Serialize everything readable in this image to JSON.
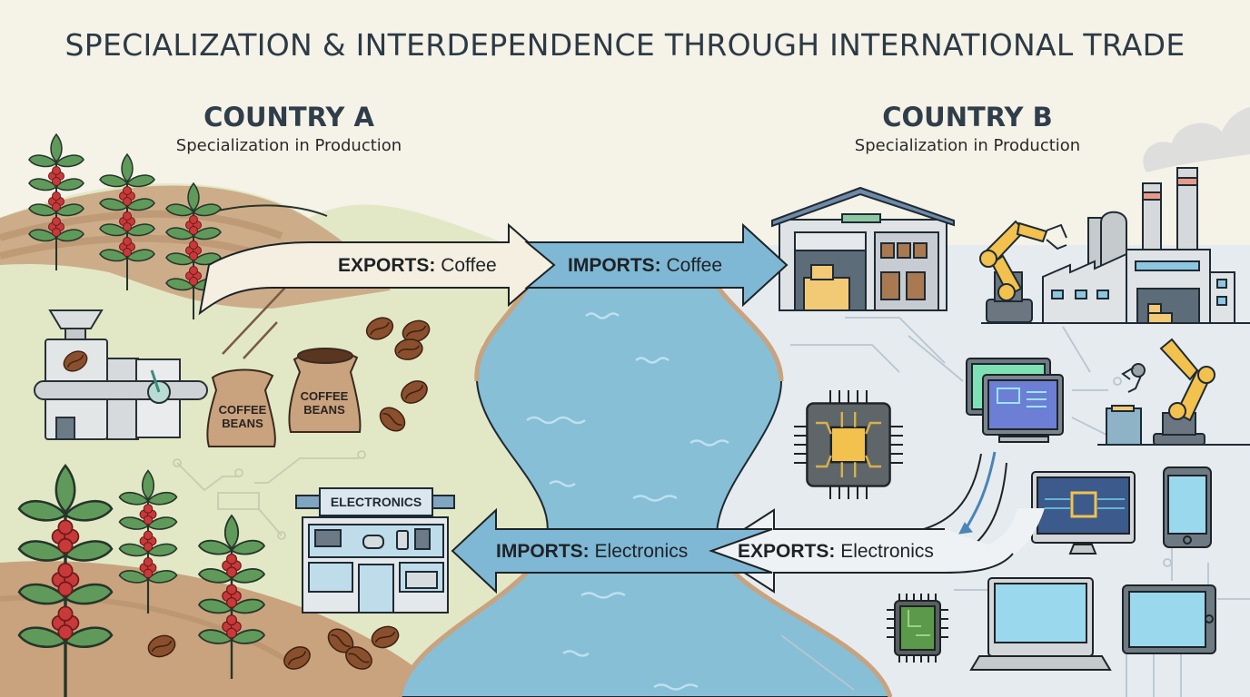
{
  "title": "SPECIALIZATION & INTERDEPENDENCE THROUGH INTERNATIONAL TRADE",
  "country_a": {
    "name": "COUNTRY A",
    "subtitle": "Specialization in Production",
    "specialty": "coffee",
    "sacks": [
      {
        "line1": "COFFEE",
        "line2": "BEANS"
      },
      {
        "line1": "COFFEE",
        "line2": "BEANS"
      }
    ],
    "store_sign": "ELECTRONICS"
  },
  "country_b": {
    "name": "COUNTRY B",
    "subtitle": "Specialization in Production",
    "specialty": "electronics"
  },
  "flows": {
    "top": {
      "export": {
        "keyword": "EXPORTS:",
        "good": "Coffee"
      },
      "import": {
        "keyword": "IMPORTS:",
        "good": "Coffee"
      }
    },
    "bottom": {
      "export": {
        "keyword": "EXPORTS:",
        "good": "Electronics"
      },
      "import": {
        "keyword": "IMPORTS:",
        "good": "Electronics"
      }
    }
  },
  "icons": [
    "coffee-plant-icon",
    "coffee-roaster-icon",
    "coffee-sack-icon",
    "coffee-bean-icon",
    "electronics-store-icon",
    "warehouse-icon",
    "robot-arm-icon",
    "factory-icon",
    "microchip-icon",
    "monitor-icon",
    "desktop-monitor-icon",
    "smartphone-icon",
    "laptop-icon",
    "tablet-icon",
    "river-icon"
  ],
  "colors": {
    "background": "#f5f2e8",
    "country_a_land": "#e2e8c6",
    "country_b_land": "#e6ebef",
    "river": "#86bfd6",
    "export_arrow": "#f4efe1",
    "import_arrow": "#7fb8d4",
    "soil": "#c9a27e",
    "leaf": "#5f9a5a",
    "berry": "#c8393a",
    "text_dark": "#2c3a45"
  }
}
